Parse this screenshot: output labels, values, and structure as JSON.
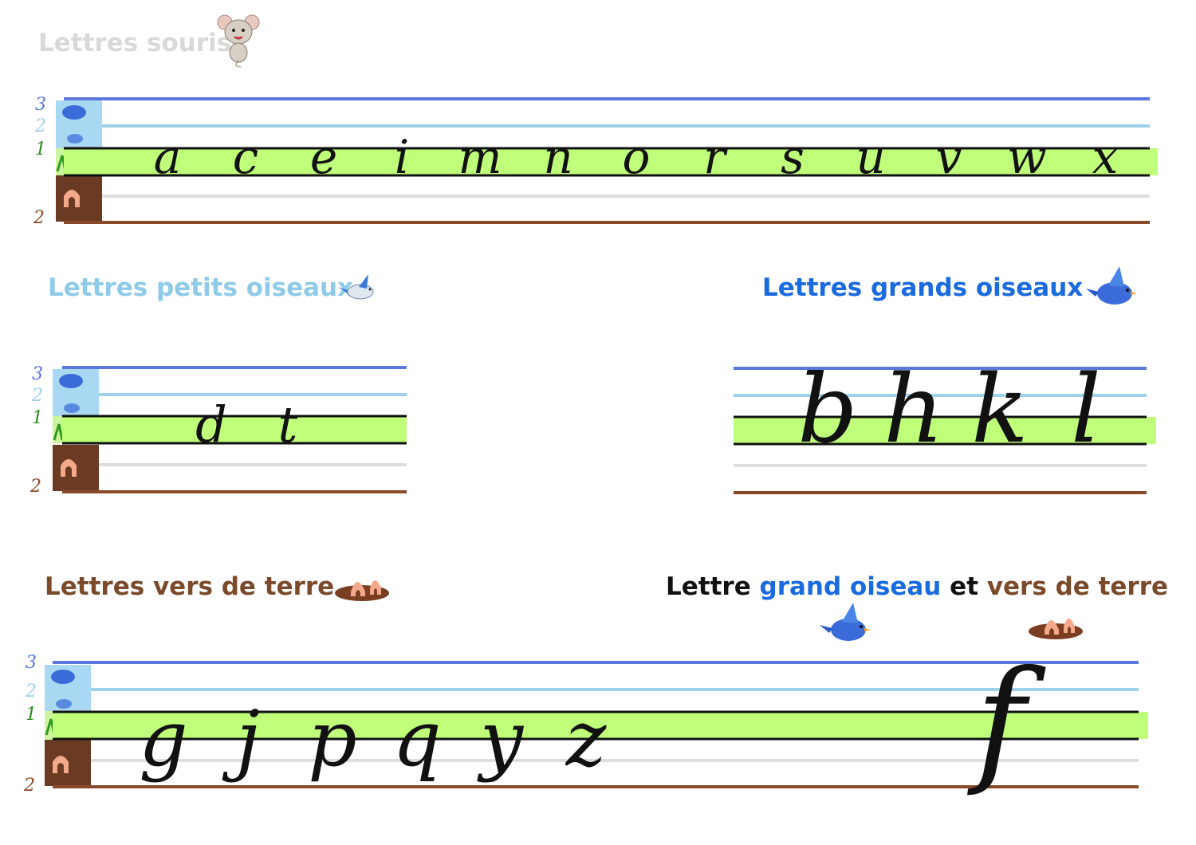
{
  "colors": {
    "line3": "#5a78e0",
    "line2": "#9fd2ea",
    "band": "#bfff7a",
    "baseline": "#111111",
    "under": "#dddddd",
    "earth": "#8a4a2a",
    "mouse_heading": "#d9d9d9",
    "small_birds_heading": "#8fcbe8",
    "big_birds_heading": "#1a6ae0",
    "worm_heading": "#7a4a2a",
    "black": "#111111"
  },
  "headings": {
    "mouse": "Lettres souris",
    "small_birds": "Lettres petits oiseaux",
    "big_birds": "Lettres grands oiseaux",
    "worms": "Lettres vers de terre",
    "combo": {
      "part1": "Lettre",
      "part2": "grand oiseau",
      "part3": "et",
      "part4": "vers de terre"
    }
  },
  "row_numbers": {
    "top": "3",
    "middle": "2",
    "base": "1",
    "bottom": "2"
  },
  "rows": {
    "mouse_letters": [
      "a",
      "c",
      "e",
      "i",
      "m",
      "n",
      "o",
      "r",
      "s",
      "u",
      "v",
      "w",
      "x"
    ],
    "small_bird_letters": [
      "d",
      "t"
    ],
    "big_bird_letters": [
      "b",
      "h",
      "k",
      "l"
    ],
    "worm_letters": [
      "g",
      "j",
      "p",
      "q",
      "y",
      "z"
    ],
    "combo_letters": [
      "f"
    ]
  },
  "icons": {
    "mouse": "mouse-icon",
    "small_bird": "small-bird-icon",
    "big_bird": "big-bird-icon",
    "worm": "earthworm-icon",
    "legend": "legend-tile-icon"
  }
}
